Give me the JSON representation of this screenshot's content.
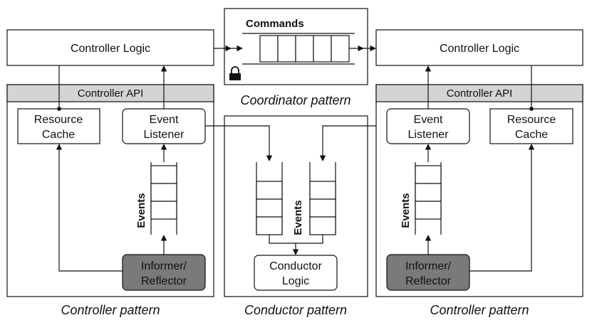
{
  "left": {
    "controller_logic": "Controller Logic",
    "controller_api": "Controller API",
    "resource_cache": [
      "Resource",
      "Cache"
    ],
    "event_listener": [
      "Event",
      "Listener"
    ],
    "informer": [
      "Informer/",
      "Reflector"
    ],
    "events": "Events",
    "caption": "Controller pattern"
  },
  "right": {
    "controller_logic": "Controller Logic",
    "controller_api": "Controller API",
    "resource_cache": [
      "Resource",
      "Cache"
    ],
    "event_listener": [
      "Event",
      "Listener"
    ],
    "informer": [
      "Informer/",
      "Reflector"
    ],
    "events": "Events",
    "caption": "Controller pattern"
  },
  "coordinator": {
    "commands": "Commands",
    "caption": "Coordinator pattern",
    "lock_icon": "lock-icon"
  },
  "conductor": {
    "events_label": "Events",
    "logic": [
      "Conductor",
      "Logic"
    ],
    "caption": "Conductor pattern"
  },
  "colors": {
    "api_bar": "#d4d4d4",
    "informer_fill": "#7a7a7a",
    "stroke": "#111111"
  }
}
